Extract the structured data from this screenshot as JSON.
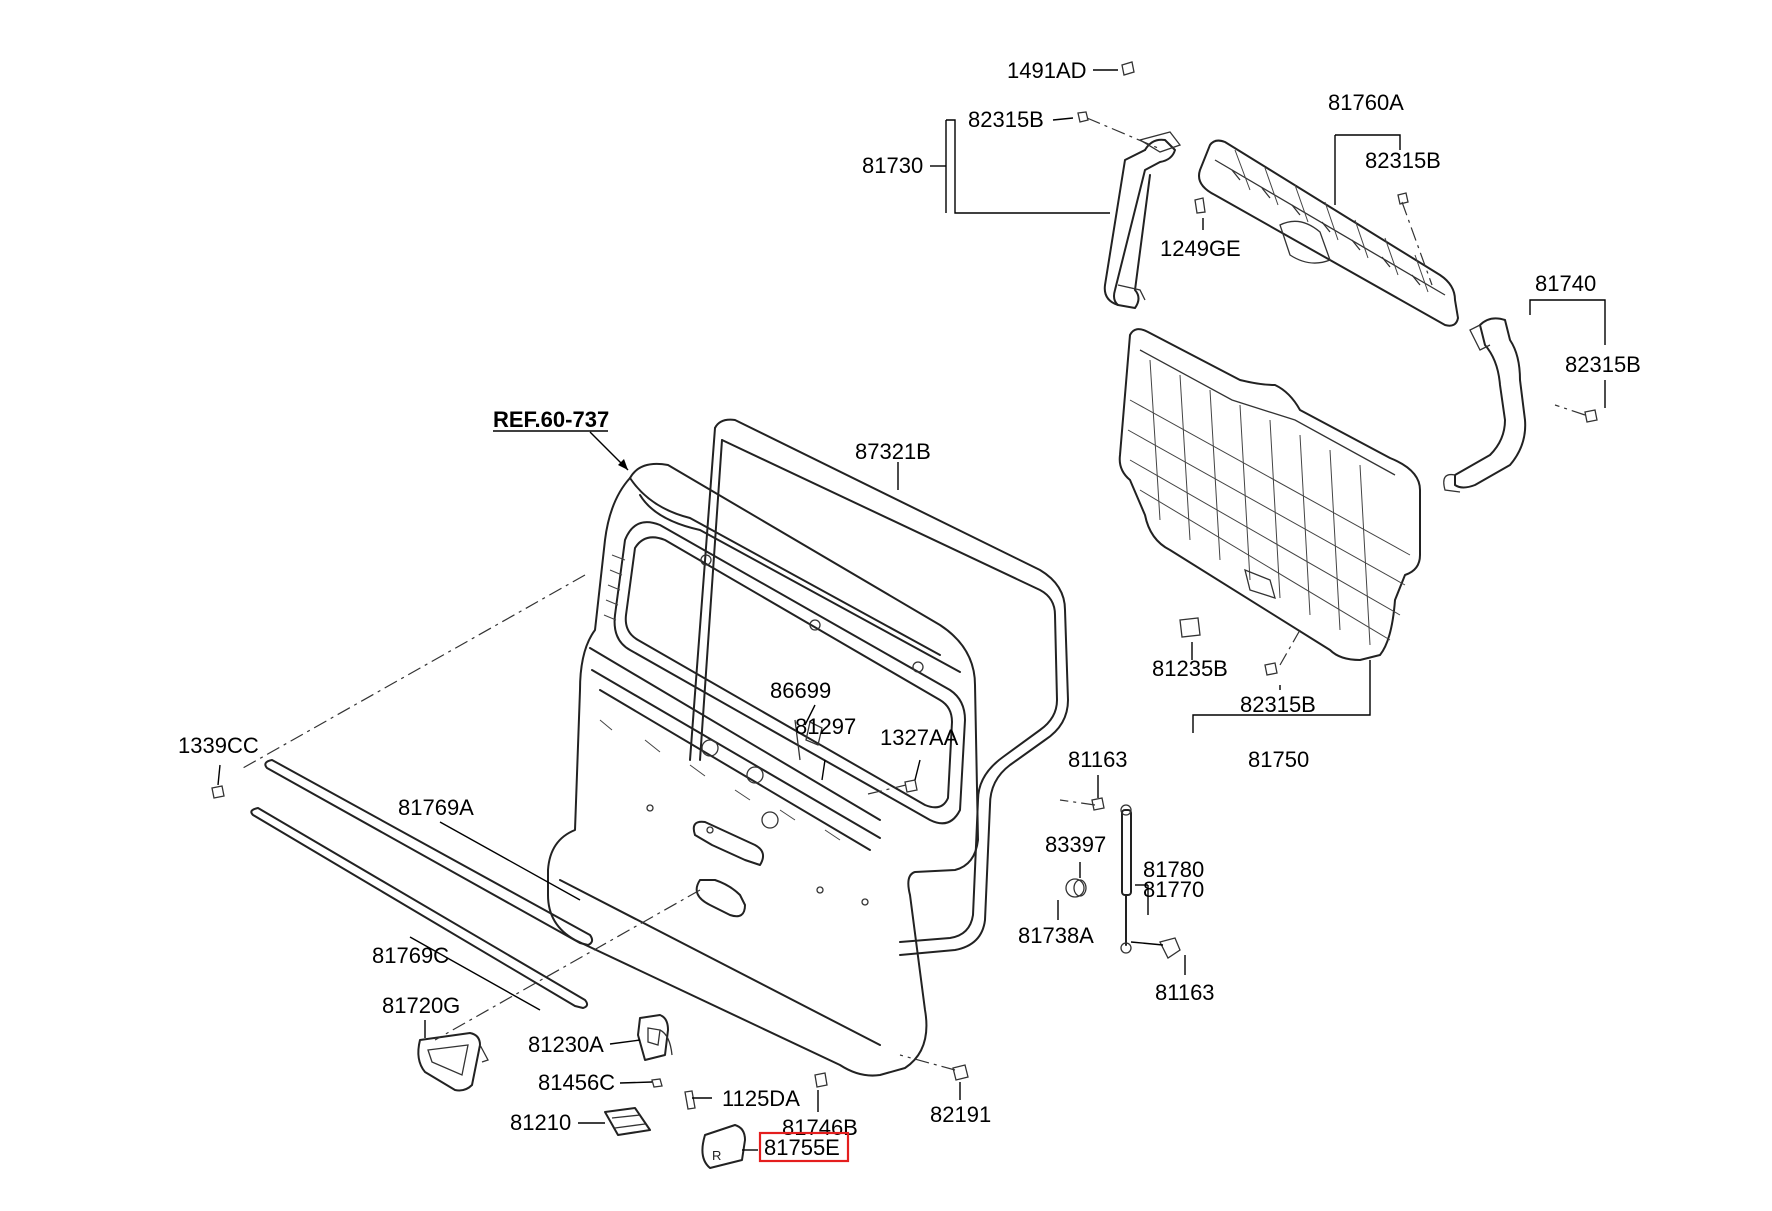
{
  "diagram": {
    "reference": "REF.60-737",
    "highlighted_part": "81755E",
    "highlight_color": "#e41e1e",
    "labels": {
      "p1491AD": "1491AD",
      "p82315B_a": "82315B",
      "p81730": "81730",
      "p1249GE": "1249GE",
      "p81760A": "81760A",
      "p82315B_b": "82315B",
      "p81740": "81740",
      "p82315B_c": "82315B",
      "p87321B": "87321B",
      "p86699": "86699",
      "p81297": "81297",
      "p1327AA": "1327AA",
      "p1339CC": "1339CC",
      "p81769A": "81769A",
      "p81769C": "81769C",
      "p81720G": "81720G",
      "p81230A": "81230A",
      "p81456C": "81456C",
      "p1125DA": "1125DA",
      "p81210": "81210",
      "p81746B": "81746B",
      "p81755E": "81755E",
      "p82191": "82191",
      "p81163_a": "81163",
      "p83397": "83397",
      "p81780": "81780",
      "p81770": "81770",
      "p81738A": "81738A",
      "p81163_b": "81163",
      "p81235B": "81235B",
      "p82315B_d": "82315B",
      "p81750": "81750"
    }
  }
}
